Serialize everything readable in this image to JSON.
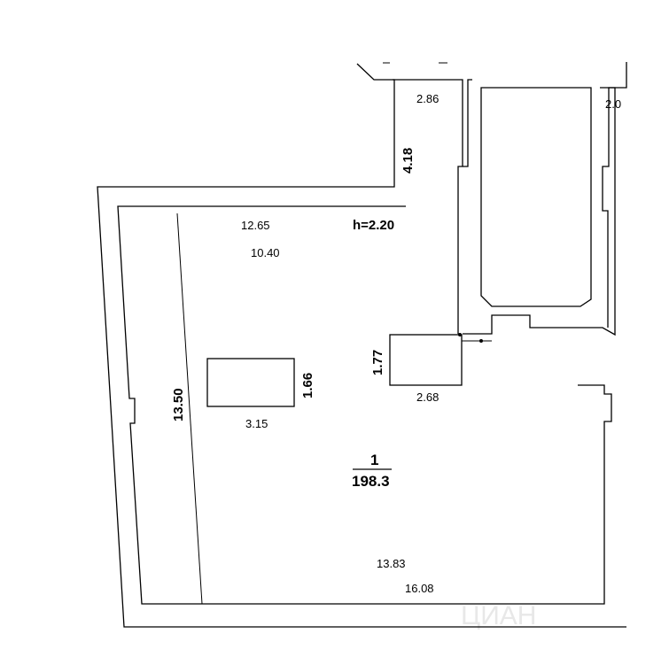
{
  "ceiling_height": "h=2.20",
  "dimensions": {
    "top_right_width": "2.86",
    "far_right_width": "2.0",
    "right_riser": "4.18",
    "top_outer": "12.65",
    "top_inner": "10.40",
    "left_length": "13.50",
    "column_height": "1.66",
    "column_width": "3.15",
    "box_height": "1.77",
    "box_width": "2.68",
    "bottom_inner": "13.83",
    "bottom_outer": "16.08"
  },
  "room": {
    "number": "1",
    "area": "198.3"
  },
  "watermark": "ЦИАН"
}
